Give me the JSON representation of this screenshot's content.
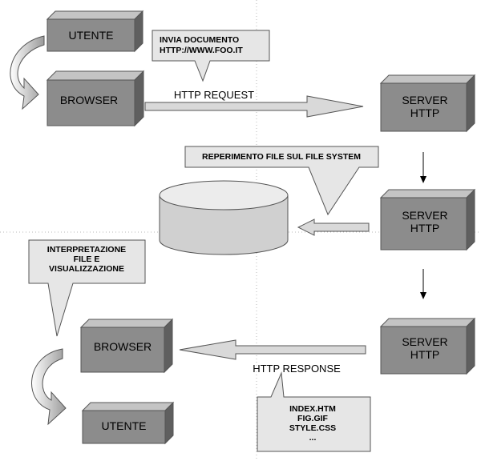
{
  "nodes": {
    "utente_top": "UTENTE",
    "browser_top": "BROWSER",
    "server_1": [
      "SERVER",
      "HTTP"
    ],
    "server_2": [
      "SERVER",
      "HTTP"
    ],
    "server_3": [
      "SERVER",
      "HTTP"
    ],
    "browser_bottom": "BROWSER",
    "utente_bottom": "UTENTE"
  },
  "callouts": {
    "invia": [
      "INVIA DOCUMENTO",
      "HTTP://WWW.FOO.IT"
    ],
    "reperimento": [
      "REPERIMENTO FILE SUL FILE SYSTEM"
    ],
    "interpretazione": [
      "INTERPRETAZIONE",
      "FILE E",
      "VISUALIZZAZIONE"
    ],
    "files": [
      "INDEX.HTM",
      "FIG.GIF",
      "STYLE.CSS",
      "..."
    ]
  },
  "edges": {
    "request": "HTTP REQUEST",
    "response": "HTTP RESPONSE"
  },
  "colors": {
    "box_front": "#8c8c8c",
    "box_top": "#c4c4c4",
    "box_side": "#5f5f5f",
    "callout_fill": "#e6e6e6",
    "arrow_fill": "#d9d9d9",
    "stroke": "#555555"
  }
}
